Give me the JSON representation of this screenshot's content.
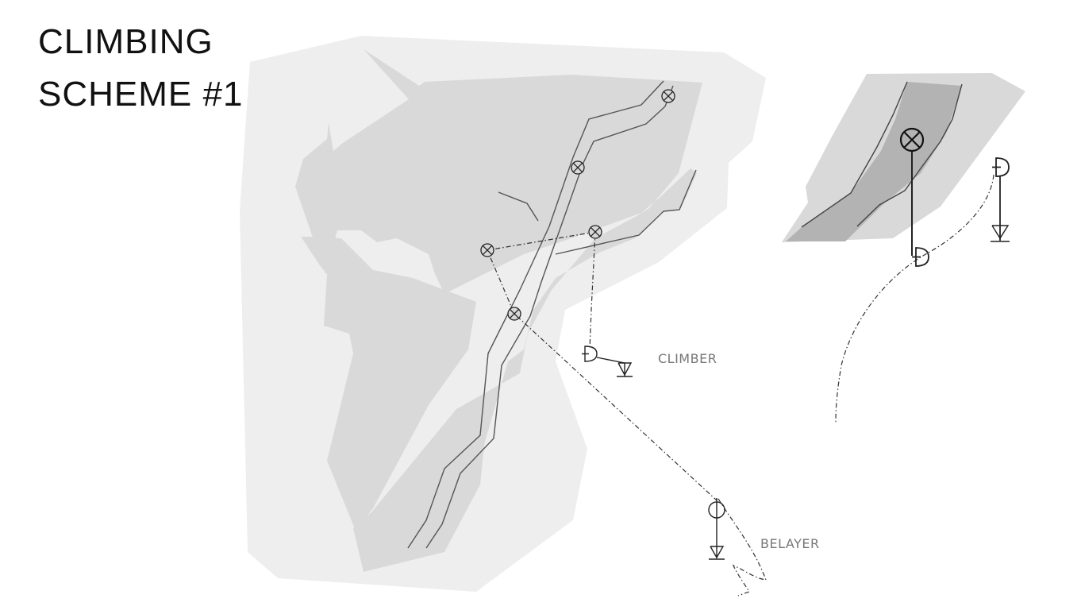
{
  "title": {
    "line1": "CLIMBING",
    "line2": "SCHEME #1"
  },
  "labels": {
    "climber": "CLIMBER",
    "belayer": "BELAYER"
  },
  "colors": {
    "rock_light": "#eeeeee",
    "rock_mid": "#d9d9d9",
    "rock_dark": "#b3b3b3",
    "line": "#555555",
    "symbol": "#222222"
  },
  "icons": [
    "bolt-anchor-icon",
    "climber-icon",
    "belayer-icon",
    "ground-anchor-icon"
  ]
}
